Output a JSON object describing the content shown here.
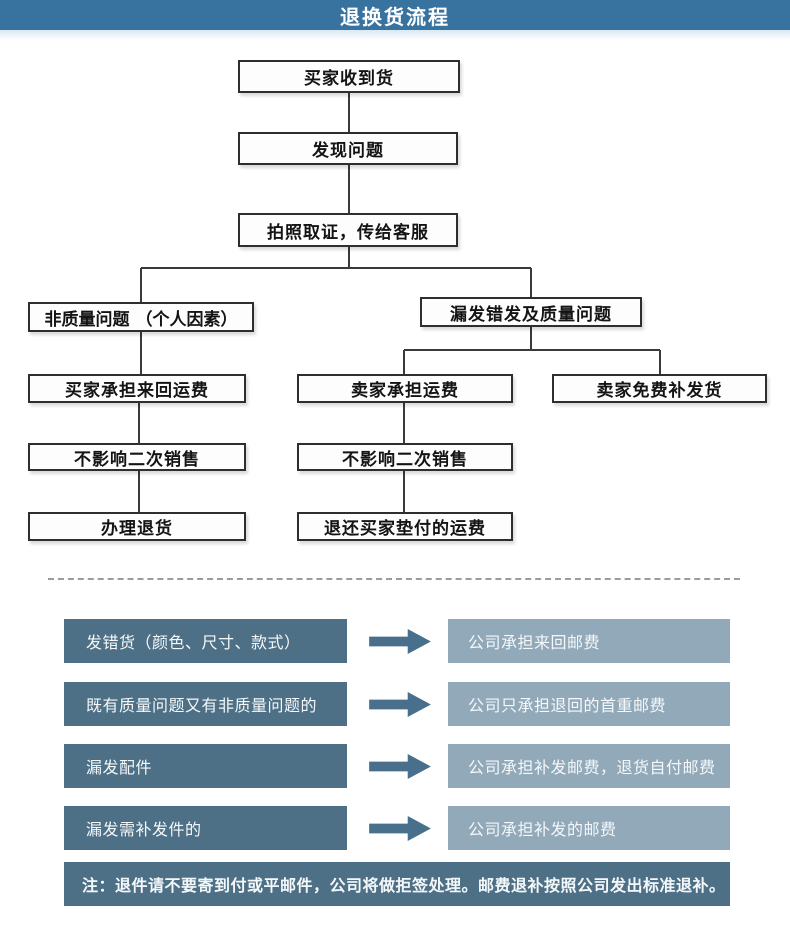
{
  "header": {
    "title": "退换货流程",
    "bg_color": "#38739F",
    "text_color": "#FFFFFF"
  },
  "flowchart": {
    "line_color": "#3A3A3A",
    "box_border_color": "#2E2E2E",
    "box_bg_color": "#FDFDFD",
    "nodes": [
      {
        "label": "买家收到货"
      },
      {
        "label": "发现问题"
      },
      {
        "label": "拍照取证，传给客服"
      },
      {
        "label": "非质量问题 （个人因素）"
      },
      {
        "label": "漏发错发及质量问题"
      },
      {
        "label": "买家承担来回运费"
      },
      {
        "label": "卖家承担运费"
      },
      {
        "label": "卖家免费补发货"
      },
      {
        "label": "不影响二次销售"
      },
      {
        "label": "不影响二次销售"
      },
      {
        "label": "办理退货"
      },
      {
        "label": "退还买家垫付的运费"
      }
    ]
  },
  "policy": {
    "colors": {
      "condition_bg": "#4E7086",
      "result_bg": "#92A9BA",
      "arrow": "#48708C",
      "note_bg": "#4E7086"
    },
    "rows": [
      {
        "left": "发错货（颜色、尺寸、款式）",
        "right": "公司承担来回邮费"
      },
      {
        "left": "既有质量问题又有非质量问题的",
        "right": "公司只承担退回的首重邮费"
      },
      {
        "left": "漏发配件",
        "right": "公司承担补发邮费，退货自付邮费"
      },
      {
        "left": "漏发需补发件的",
        "right": "公司承担补发的邮费"
      }
    ],
    "note": "注：退件请不要寄到付或平邮件，公司将做拒签处理。邮费退补按照公司发出标准退补。"
  }
}
